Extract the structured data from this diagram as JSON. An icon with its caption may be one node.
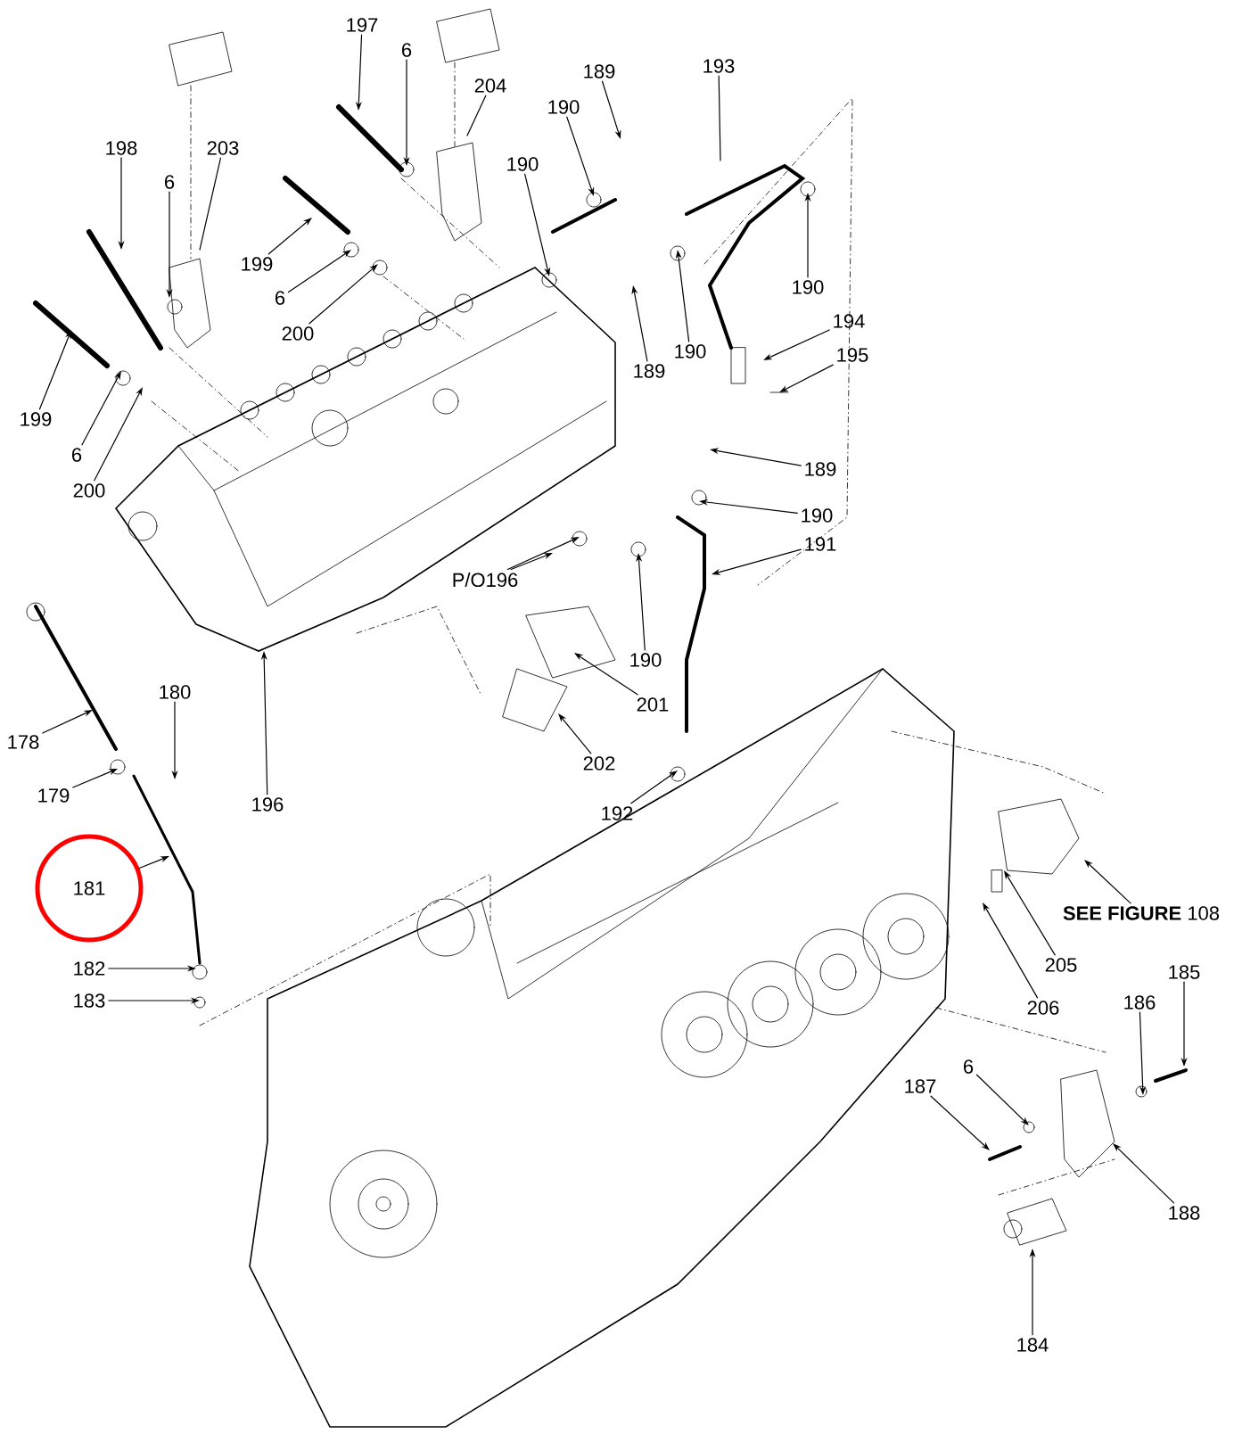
{
  "diagram": {
    "nodes": [
      {
        "text": [
          "197"
        ]
      },
      {
        "text": [
          "6"
        ]
      },
      {
        "text": [
          "204"
        ]
      },
      {
        "text": [
          "189"
        ]
      },
      {
        "text": [
          "190"
        ]
      },
      {
        "text": [
          "193"
        ]
      },
      {
        "text": [
          "198"
        ]
      },
      {
        "text": [
          "6"
        ]
      },
      {
        "text": [
          "203"
        ]
      },
      {
        "text": [
          "190"
        ]
      },
      {
        "text": [
          "199"
        ]
      },
      {
        "text": [
          "6"
        ]
      },
      {
        "text": [
          "200"
        ]
      },
      {
        "text": [
          "190"
        ]
      },
      {
        "text": [
          "190"
        ]
      },
      {
        "text": [
          "189"
        ]
      },
      {
        "text": [
          "194"
        ]
      },
      {
        "text": [
          "195"
        ]
      },
      {
        "text": [
          "199"
        ]
      },
      {
        "text": [
          "6"
        ]
      },
      {
        "text": [
          "200"
        ]
      },
      {
        "text": [
          "189"
        ]
      },
      {
        "text": [
          "190"
        ]
      },
      {
        "text": [
          "191"
        ]
      },
      {
        "text": [
          "P/O196"
        ]
      },
      {
        "text": [
          "190"
        ]
      },
      {
        "text": [
          "201"
        ]
      },
      {
        "text": [
          "202"
        ]
      },
      {
        "text": [
          "196"
        ]
      },
      {
        "text": [
          "192"
        ]
      },
      {
        "text": [
          "178"
        ]
      },
      {
        "text": [
          "180"
        ]
      },
      {
        "text": [
          "179"
        ]
      },
      {
        "text": [
          "181"
        ]
      },
      {
        "text": [
          "182"
        ]
      },
      {
        "text": [
          "183"
        ]
      },
      {
        "text": [
          "**SEE FIGURE** 108"
        ]
      },
      {
        "text": [
          "205"
        ]
      },
      {
        "text": [
          "206"
        ]
      },
      {
        "text": [
          "185"
        ]
      },
      {
        "text": [
          "186"
        ]
      },
      {
        "text": [
          "187"
        ]
      },
      {
        "text": [
          "6"
        ]
      },
      {
        "text": [
          "188"
        ]
      },
      {
        "text": [
          "184"
        ]
      }
    ],
    "edges": [
      {
        "from": 0,
        "to": null,
        "arrow": "to"
      },
      {
        "from": 1,
        "to": null,
        "arrow": "to"
      },
      {
        "from": 2,
        "to": null,
        "arrow": "none"
      },
      {
        "from": 3,
        "to": null,
        "arrow": "to"
      },
      {
        "from": 4,
        "to": null,
        "arrow": "to"
      },
      {
        "from": 5,
        "to": null,
        "arrow": "none"
      },
      {
        "from": 6,
        "to": null,
        "arrow": "to"
      },
      {
        "from": 7,
        "to": null,
        "arrow": "to"
      },
      {
        "from": 8,
        "to": null,
        "arrow": "none"
      },
      {
        "from": 9,
        "to": null,
        "arrow": "to"
      },
      {
        "from": 10,
        "to": null,
        "arrow": "to"
      },
      {
        "from": 11,
        "to": null,
        "arrow": "to"
      },
      {
        "from": 12,
        "to": null,
        "arrow": "to"
      },
      {
        "from": 13,
        "to": null,
        "arrow": "to"
      },
      {
        "from": 14,
        "to": null,
        "arrow": "to"
      },
      {
        "from": 15,
        "to": null,
        "arrow": "to"
      },
      {
        "from": 16,
        "to": null,
        "arrow": "to"
      },
      {
        "from": 17,
        "to": null,
        "arrow": "to"
      },
      {
        "from": 18,
        "to": null,
        "arrow": "to"
      },
      {
        "from": 19,
        "to": null,
        "arrow": "to"
      },
      {
        "from": 20,
        "to": null,
        "arrow": "to"
      },
      {
        "from": 21,
        "to": null,
        "arrow": "to"
      },
      {
        "from": 22,
        "to": null,
        "arrow": "to"
      },
      {
        "from": 23,
        "to": null,
        "arrow": "to"
      },
      {
        "from": 24,
        "to": null,
        "arrow": "to"
      },
      {
        "from": 24,
        "to": null,
        "arrow": "to"
      },
      {
        "from": 25,
        "to": null,
        "arrow": "to"
      },
      {
        "from": 26,
        "to": null,
        "arrow": "to"
      },
      {
        "from": 27,
        "to": null,
        "arrow": "to"
      },
      {
        "from": 28,
        "to": null,
        "arrow": "to"
      },
      {
        "from": 29,
        "to": null,
        "arrow": "to"
      },
      {
        "from": 30,
        "to": null,
        "arrow": "to"
      },
      {
        "from": 31,
        "to": null,
        "arrow": "to"
      },
      {
        "from": 32,
        "to": null,
        "arrow": "to"
      },
      {
        "from": 33,
        "to": null,
        "arrow": "to"
      },
      {
        "from": 34,
        "to": null,
        "arrow": "to"
      },
      {
        "from": 35,
        "to": null,
        "arrow": "to"
      },
      {
        "from": 36,
        "to": null,
        "arrow": "to"
      },
      {
        "from": 37,
        "to": null,
        "arrow": "to"
      },
      {
        "from": 38,
        "to": null,
        "arrow": "to"
      },
      {
        "from": 39,
        "to": null,
        "arrow": "to"
      },
      {
        "from": 40,
        "to": null,
        "arrow": "to"
      },
      {
        "from": 41,
        "to": null,
        "arrow": "to"
      },
      {
        "from": 42,
        "to": null,
        "arrow": "to"
      },
      {
        "from": 43,
        "to": null,
        "arrow": "to"
      },
      {
        "from": 44,
        "to": null,
        "arrow": "to"
      }
    ]
  }
}
